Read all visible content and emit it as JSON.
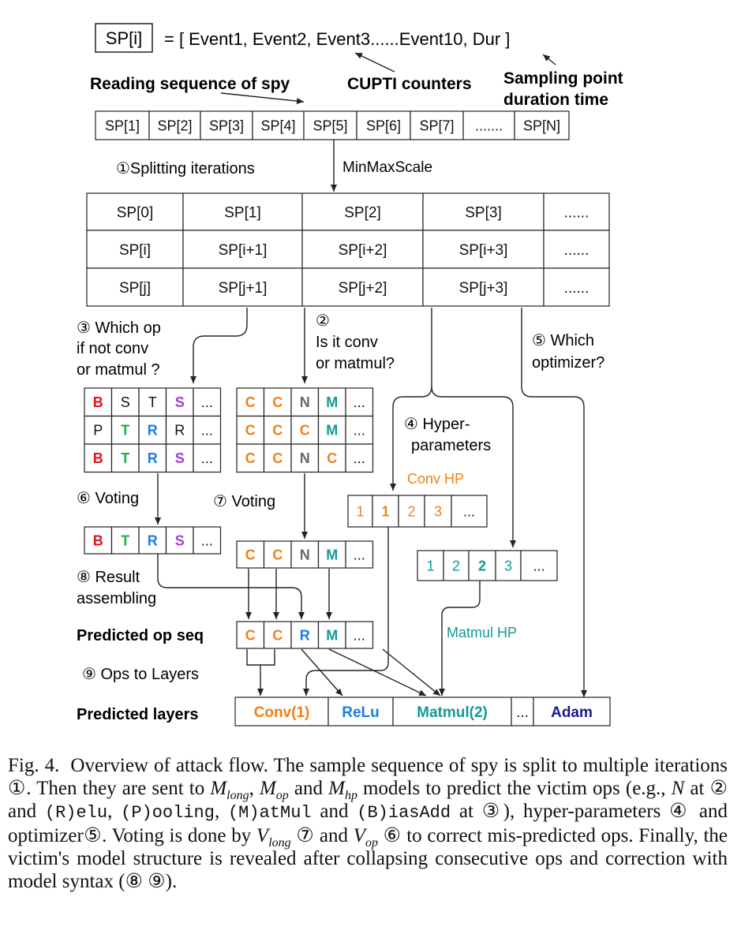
{
  "colors": {
    "B": "#e0141e",
    "T": "#22b04a",
    "R": "#1a7fe0",
    "S": "#a040d8",
    "C": "#f08018",
    "M": "#149a96",
    "N": "#666666",
    "P": "#111111",
    "conv": "#f08018",
    "matmul": "#149a96",
    "relu": "#1a7fe0",
    "adam": "#1a1a8c"
  },
  "header": {
    "sp_label": "SP[i]",
    "formula": "= [ Event1, Event2, Event3......Event10, Dur ]",
    "reading": "Reading sequence of spy",
    "cupti": "CUPTI counters",
    "sampling_line1": "Sampling point",
    "sampling_line2": "duration time"
  },
  "sequence": [
    "SP[1]",
    "SP[2]",
    "SP[3]",
    "SP[4]",
    "SP[5]",
    "SP[6]",
    "SP[7]",
    ".......",
    "SP[N]"
  ],
  "labels": {
    "splitting": "①Splitting iterations",
    "minmax": "MinMaxScale",
    "step3_l1": "③ Which op",
    "step3_l2": "if not conv",
    "step3_l3": "or matmul ?",
    "step2_l1": "②",
    "step2_l2": "Is it conv",
    "step2_l3": "or matmul?",
    "step5_l1": "⑤ Which",
    "step5_l2": "optimizer?",
    "step4_l1": "④ Hyper-",
    "step4_l2": "parameters",
    "conv_hp": "Conv HP",
    "voting6": "⑥ Voting",
    "voting7": "⑦ Voting",
    "result_l1": "⑧ Result",
    "result_l2": "assembling",
    "predicted_op_seq": "Predicted op seq",
    "matmul_hp": "Matmul HP",
    "ops_to_layers": "⑨ Ops to Layers",
    "predicted_layers": "Predicted layers"
  },
  "split_table": [
    [
      "SP[0]",
      "SP[1]",
      "SP[2]",
      "SP[3]",
      "......"
    ],
    [
      "SP[i]",
      "SP[i+1]",
      "SP[i+2]",
      "SP[i+3]",
      "......"
    ],
    [
      "SP[j]",
      "SP[j+1]",
      "SP[j+2]",
      "SP[j+3]",
      "......"
    ]
  ],
  "grid_ops": [
    [
      {
        "t": "B",
        "c": "B"
      },
      {
        "t": "S",
        "c": "P"
      },
      {
        "t": "T",
        "c": "P"
      },
      {
        "t": "S",
        "c": "S"
      },
      {
        "t": "...",
        "c": "P"
      }
    ],
    [
      {
        "t": "P",
        "c": "P"
      },
      {
        "t": "T",
        "c": "T"
      },
      {
        "t": "R",
        "c": "R"
      },
      {
        "t": "R",
        "c": "P"
      },
      {
        "t": "...",
        "c": "P"
      }
    ],
    [
      {
        "t": "B",
        "c": "B"
      },
      {
        "t": "T",
        "c": "T"
      },
      {
        "t": "R",
        "c": "R"
      },
      {
        "t": "S",
        "c": "S"
      },
      {
        "t": "...",
        "c": "P"
      }
    ]
  ],
  "grid_conv": [
    [
      {
        "t": "C",
        "c": "C"
      },
      {
        "t": "C",
        "c": "C"
      },
      {
        "t": "N",
        "c": "N"
      },
      {
        "t": "M",
        "c": "M"
      },
      {
        "t": "...",
        "c": "P"
      }
    ],
    [
      {
        "t": "C",
        "c": "C"
      },
      {
        "t": "C",
        "c": "C"
      },
      {
        "t": "C",
        "c": "C"
      },
      {
        "t": "M",
        "c": "M"
      },
      {
        "t": "...",
        "c": "P"
      }
    ],
    [
      {
        "t": "C",
        "c": "C"
      },
      {
        "t": "C",
        "c": "C"
      },
      {
        "t": "N",
        "c": "N"
      },
      {
        "t": "C",
        "c": "C"
      },
      {
        "t": "...",
        "c": "P"
      }
    ]
  ],
  "voted_ops": [
    {
      "t": "B",
      "c": "B"
    },
    {
      "t": "T",
      "c": "T"
    },
    {
      "t": "R",
      "c": "R"
    },
    {
      "t": "S",
      "c": "S"
    },
    {
      "t": "...",
      "c": "P"
    }
  ],
  "voted_conv": [
    {
      "t": "C",
      "c": "C"
    },
    {
      "t": "C",
      "c": "C"
    },
    {
      "t": "N",
      "c": "N"
    },
    {
      "t": "M",
      "c": "M"
    },
    {
      "t": "...",
      "c": "P"
    }
  ],
  "conv_hp_values": [
    "1",
    "1",
    "2",
    "3",
    "..."
  ],
  "matmul_hp_values": [
    "1",
    "2",
    "2",
    "3",
    "..."
  ],
  "predicted_ops": [
    {
      "t": "C",
      "c": "C"
    },
    {
      "t": "C",
      "c": "C"
    },
    {
      "t": "R",
      "c": "R"
    },
    {
      "t": "M",
      "c": "M"
    },
    {
      "t": "...",
      "c": "P"
    }
  ],
  "predicted_layers": [
    {
      "t": "Conv(1)",
      "c": "conv"
    },
    {
      "t": "ReLu",
      "c": "relu"
    },
    {
      "t": "Matmul(2)",
      "c": "matmul"
    },
    {
      "t": "...",
      "c": "P"
    },
    {
      "t": "Adam",
      "c": "adam"
    }
  ],
  "caption": {
    "fig": "Fig. 4.",
    "p1": "Overview of attack flow. The sample sequence of spy is split to multiple iterations ①. Then they are sent to ",
    "m_long": "M",
    "m_long_sub": "long",
    "sep1": ", ",
    "m_op": "M",
    "m_op_sub": "op",
    "and1": " and ",
    "m_hp": "M",
    "m_hp_sub": "hp",
    "p2": " models to predict the victim ops (e.g., ",
    "n": "N",
    "p3": " at ② and ",
    "relu_code": "(R)elu",
    "c1": ", ",
    "pool_code": "(P)ooling",
    "c2": ", ",
    "matmul_code": "(M)atMul",
    "and2": " and ",
    "bias_code": "(B)iasAdd",
    "p4": " at ③), hyper-parameters ④ and optimizer⑤. Voting is done by ",
    "v_long": "V",
    "v_long_sub": "long",
    "p5": " ⑦ and ",
    "v_op": "V",
    "v_op_sub": "op",
    "p6": " ⑥ to correct mis-predicted ops. Finally, the victim's model structure is revealed after collapsing consecutive ops and correction with model syntax (⑧ ⑨)."
  }
}
